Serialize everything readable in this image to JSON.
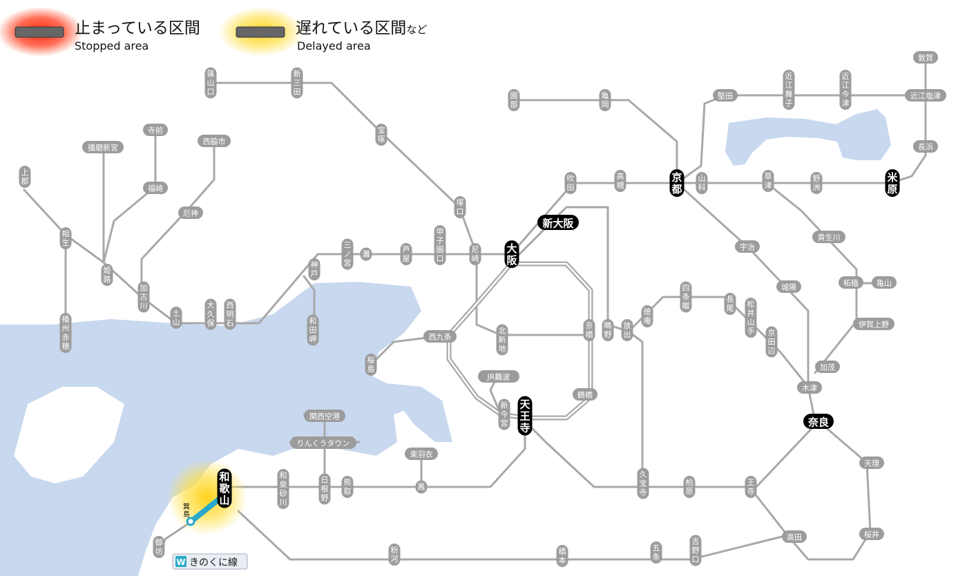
{
  "legend": {
    "stopped": {
      "label": "止まっている区間",
      "sublabel": "Stopped area",
      "glow": "#ff3b1a"
    },
    "delayed": {
      "label": "遅れている区間",
      "suffix": "など",
      "sublabel": "Delayed area",
      "glow": "#ffd21a"
    }
  },
  "colors": {
    "water": "#c8d8ee",
    "line": "#a8a8a8",
    "station": "#9c9c9c",
    "major_station": "#000000",
    "kinokuni": "#2aa8c8",
    "delay_glow": "#ffd21a"
  },
  "line_badge": {
    "letter": "W",
    "name": "きのくに線"
  },
  "stations": {
    "sasayamaguchi": "篠山口",
    "shinsanda": "新三田",
    "takarazuka": "宝塚",
    "tsukaguchi": "塚口",
    "amagasaki": "尼崎",
    "osaka": "大阪",
    "koshienguchi": "甲子園口",
    "ashiya": "芦屋",
    "nada": "灘",
    "sannomiya": "三ノ宮",
    "kobe": "神戸",
    "wadamisaki": "和田岬",
    "nishiakashi": "西明石",
    "okubo": "大久保",
    "dokyama": "土山",
    "kakogawa": "加古川",
    "yakujin": "厄神",
    "nishiwakishi": "西脇市",
    "fukusaki": "福崎",
    "teramae": "寺前",
    "harimashingu": "播磨新宮",
    "himeji": "姫路",
    "aioi": "相生",
    "kamigori": "上郡",
    "banshuako": "播州赤穂",
    "sonobe": "園部",
    "kameoka": "亀岡",
    "kyoto": "京都",
    "katata": "堅田",
    "omimaiko": "近江舞子",
    "omiimazu": "近江今津",
    "tsuruga": "敦賀",
    "omishiotsu": "近江塩津",
    "nagahama": "長浜",
    "maibara": "米原",
    "yasu": "野洲",
    "kusatsu": "草津",
    "yamashina": "山科",
    "takatsuki": "高槻",
    "suita": "吹田",
    "shinosaka": "新大阪",
    "uji": "宇治",
    "joyo": "城陽",
    "kibukawa": "貴生川",
    "tsuge": "柘植",
    "kameyama": "亀山",
    "igaueno": "伊賀上野",
    "kamo": "加茂",
    "kizu": "木津",
    "nara": "奈良",
    "tenri": "天理",
    "sakurai": "桜井",
    "matsuiyamate": "松井山手",
    "kyotanabe": "京田辺",
    "nagao": "長尾",
    "shijonawate": "四条畷",
    "tokuan": "徳庵",
    "hanaten": "放出",
    "shigino": "鴫野",
    "kyobashi": "京橋",
    "kitashinchi": "北新地",
    "nishikujo": "西九条",
    "sakurajima": "桜島",
    "tsuruhashi": "鶴橋",
    "jrnamba": "JR難波",
    "shinimamiya": "新今宮",
    "tennoji": "天王寺",
    "kyuhoji": "久宝寺",
    "kashiwara": "柏原",
    "oji": "王寺",
    "takada": "高田",
    "yoshinoguchi": "吉野口",
    "gojo": "五条",
    "hashimoto": "橋本",
    "kokawa": "粉河",
    "wakayama": "和歌山",
    "minoshima": "箕島",
    "gobo": "御坊",
    "izumisunagawa": "和泉砂川",
    "hineno": "日根野",
    "kumatori": "熊取",
    "otori": "鳳",
    "higashihagoromo": "東羽衣",
    "rinkuutown": "りんくうタウン",
    "kansaiairport": "関西空港"
  }
}
